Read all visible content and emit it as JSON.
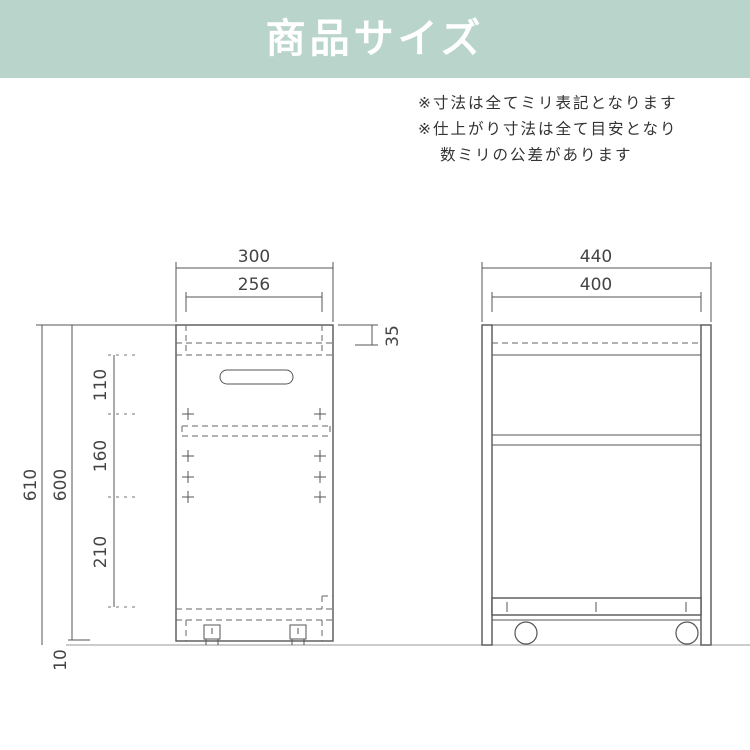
{
  "header": {
    "title": "商品サイズ",
    "bg_color": "#b9d4cb"
  },
  "notes": {
    "line1": "※寸法は全てミリ表記となります",
    "line2": "※仕上がり寸法は全て目安となり",
    "line3": "数ミリの公差があります"
  },
  "side_view": {
    "width_outer": "300",
    "width_inner": "256",
    "total_height": "610",
    "body_height": "600",
    "caster_gap": "10",
    "top_panel": "35",
    "interval_1": "110",
    "interval_2": "160",
    "interval_3": "210"
  },
  "front_view": {
    "width_outer": "440",
    "width_inner": "400"
  }
}
